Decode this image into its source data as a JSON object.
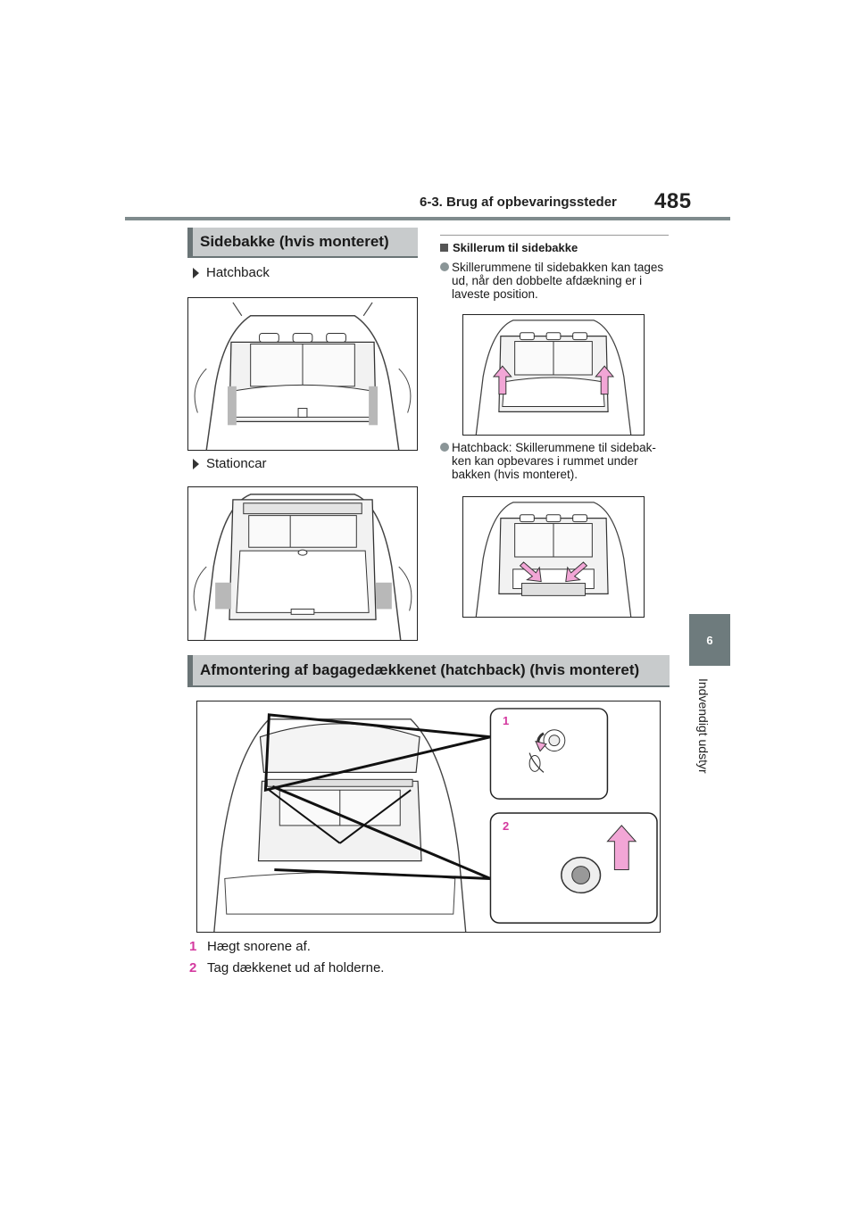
{
  "header": {
    "section": "6-3. Brug af opbevaringssteder",
    "page_number": "485"
  },
  "side_tab": {
    "chapter_number": "6",
    "chapter_label": "Indvendigt udstyr"
  },
  "section1": {
    "title": "Sidebakke (hvis monteret)",
    "variants": [
      {
        "label": "Hatchback"
      },
      {
        "label": "Stationcar"
      }
    ]
  },
  "subsection": {
    "title": "Skillerum til sidebakke",
    "bullets": [
      "Skillerummene til sidebakken kan tages ud, når den dobbelte afdækning er i laveste position.",
      "Hatchback: Skillerummene til sidebak-ken kan opbevares i rummet under bakken (hvis monteret)."
    ]
  },
  "section2": {
    "title": "Afmontering af bagagedækkenet (hatchback) (hvis monteret)",
    "callouts": [
      "1",
      "2"
    ],
    "steps": [
      {
        "num": "1",
        "text": "Hægt snorene af."
      },
      {
        "num": "2",
        "text": "Tag dækkenet ud af holderne."
      }
    ]
  },
  "colors": {
    "accent_magenta": "#d4399f",
    "header_rule": "#7f8b8d",
    "heading_bg": "#c8cbcc",
    "tab_bg": "#6e7b7d"
  }
}
